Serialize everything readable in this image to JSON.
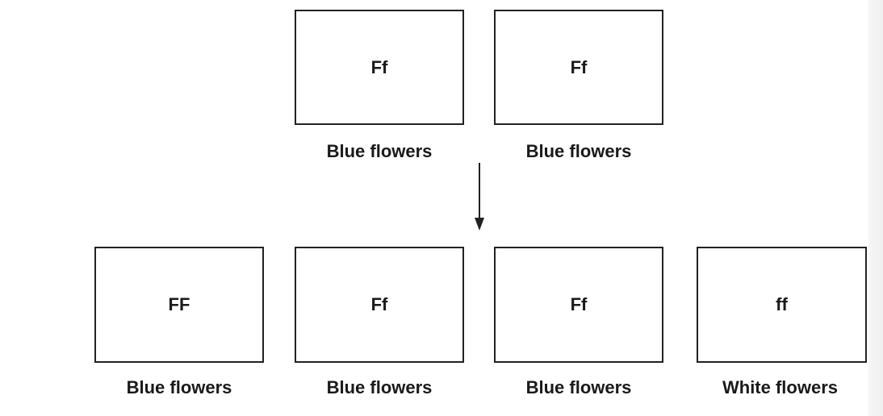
{
  "parents": [
    {
      "genotype": "Ff",
      "phenotype": "Blue flowers"
    },
    {
      "genotype": "Ff",
      "phenotype": "Blue flowers"
    }
  ],
  "offspring": [
    {
      "genotype": "FF",
      "phenotype": "Blue flowers"
    },
    {
      "genotype": "Ff",
      "phenotype": "Blue flowers"
    },
    {
      "genotype": "Ff",
      "phenotype": "Blue flowers"
    },
    {
      "genotype": "ff",
      "phenotype": "White flowers"
    }
  ],
  "colors": {
    "stroke": "#222222",
    "text": "#1a1a1a",
    "background": "#ffffff"
  }
}
